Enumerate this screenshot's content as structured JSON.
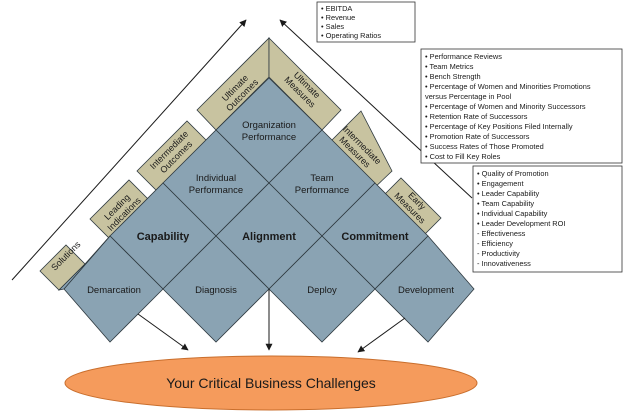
{
  "bands_left": [
    {
      "id": "solutions",
      "lines": [
        "Solutions"
      ]
    },
    {
      "id": "leading",
      "lines": [
        "Leading",
        "Indications"
      ]
    },
    {
      "id": "intermediate-outcomes",
      "lines": [
        "Intermediate",
        "Outcomes"
      ]
    },
    {
      "id": "ultimate-outcomes",
      "lines": [
        "Ultimate",
        "Outcomes"
      ]
    }
  ],
  "bands_right": [
    {
      "id": "ultimate-measures",
      "lines": [
        "Ultimate",
        "Measures"
      ]
    },
    {
      "id": "intermediate-measures",
      "lines": [
        "Intermediate",
        "Measures"
      ]
    },
    {
      "id": "early-measures",
      "lines": [
        "Early",
        "Measures"
      ]
    }
  ],
  "diamonds": {
    "organization_performance": [
      "Organization",
      "Performance"
    ],
    "individual_performance": [
      "Individual",
      "Performance"
    ],
    "team_performance": [
      "Team",
      "Performance"
    ],
    "capability": "Capability",
    "alignment": "Alignment",
    "commitment": "Commitment",
    "demarcation": "Demarcation",
    "diagnosis": "Diagnosis",
    "deploy": "Deploy",
    "development": "Development"
  },
  "boxes": {
    "ultimate": [
      "• EBITDA",
      "• Revenue",
      "• Sales",
      "• Operating Ratios"
    ],
    "intermediate": [
      "• Performance Reviews",
      "• Team Metrics",
      "• Bench Strength",
      "• Percentage of Women and Minorities Promotions",
      "   versus Percentage in Pool",
      "• Percentage of Women and Minority Successors",
      "• Retention Rate of Successors",
      "• Percentage of Key Positions Filed Internally",
      "• Promotion Rate of Successors",
      "• Success Rates of Those Promoted",
      "• Cost to Fill Key Roles"
    ],
    "early": [
      "• Quality of Promotion",
      "• Engagement",
      "• Leader Capability",
      "• Team Capability",
      "• Individual Capability",
      "• Leader Development ROI",
      "  - Effectiveness",
      "  - Efficiency",
      "  - Productivity",
      "  - Innovativeness"
    ]
  },
  "goal": "Your Critical Business Challenges"
}
